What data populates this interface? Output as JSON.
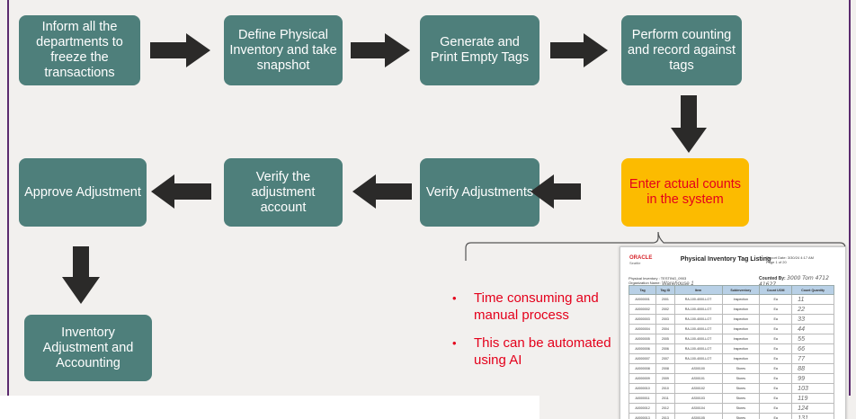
{
  "steps": {
    "inform": "Inform all the departments to freeze the transactions",
    "define": "Define Physical Inventory and take snapshot",
    "generate": "Generate and Print Empty Tags",
    "perform": "Perform counting and record against tags",
    "enter": "Enter actual counts in the system",
    "verify_adj": "Verify Adjustments",
    "verify_acct": "Verify the adjustment account",
    "approve": "Approve Adjustment",
    "inventory": "Inventory Adjustment and Accounting"
  },
  "bullets": [
    "Time consuming and manual process",
    "This can be automated using AI"
  ],
  "colors": {
    "teal": "#4e7f7b",
    "highlight": "#fcbb00",
    "alert_text": "#e4001b",
    "arrow": "#2b2a29",
    "frame": "#5b2a6e"
  },
  "document": {
    "logo": "ORACLE",
    "logo_sub": "Seattle",
    "title": "Physical Inventory Tag Listing",
    "report_date_label": "Report Date:",
    "report_date": "3/30/24 4:17 AM",
    "page": "Page 1 of 20",
    "physical_inventory_label": "Physical Inventory :",
    "physical_inventory": "TESTING_0903",
    "organization_label": "Organization Name:",
    "organization_handwritten": "Warehouse 1",
    "counted_by_label": "Counted By:",
    "counted_by_handwritten": "3000 Tom 4712 41627",
    "columns": [
      "Tag",
      "Tag ID",
      "Item",
      "Subinventory",
      "Count UOM",
      "Count Quantity"
    ],
    "rows": [
      [
        "A0000001",
        "2001",
        "RA-100-4000-LOT",
        "Inspection",
        "Ea",
        "11"
      ],
      [
        "A0000002",
        "2002",
        "RA-100-4000-LOT",
        "Inspection",
        "Ea",
        "22"
      ],
      [
        "A0000003",
        "2003",
        "RA-100-4000-LOT",
        "Inspection",
        "Ea",
        "33"
      ],
      [
        "A0000004",
        "2004",
        "RA-100-4000-LOT",
        "Inspection",
        "Ea",
        "44"
      ],
      [
        "A0000005",
        "2005",
        "RA-100-4000-LOT",
        "Inspection",
        "Ea",
        "55"
      ],
      [
        "A0000006",
        "2006",
        "RA-100-4000-LOT",
        "Inspection",
        "Ea",
        "66"
      ],
      [
        "A0000007",
        "2007",
        "RA-100-4000-LOT",
        "Inspection",
        "Ea",
        "77"
      ],
      [
        "A0000008",
        "2008",
        "AS00100",
        "Stores",
        "Ea",
        "88"
      ],
      [
        "A0000009",
        "2009",
        "AS00101",
        "Stores",
        "Ea",
        "99"
      ],
      [
        "A0000010",
        "2010",
        "AS00102",
        "Stores",
        "Ea",
        "103"
      ],
      [
        "A0000011",
        "2011",
        "AS00103",
        "Stores",
        "Ea",
        "119"
      ],
      [
        "A0000012",
        "2012",
        "AS00104",
        "Stores",
        "Ea",
        "124"
      ],
      [
        "A0000013",
        "2013",
        "AS00105",
        "Stores",
        "Ea",
        "131"
      ]
    ]
  }
}
